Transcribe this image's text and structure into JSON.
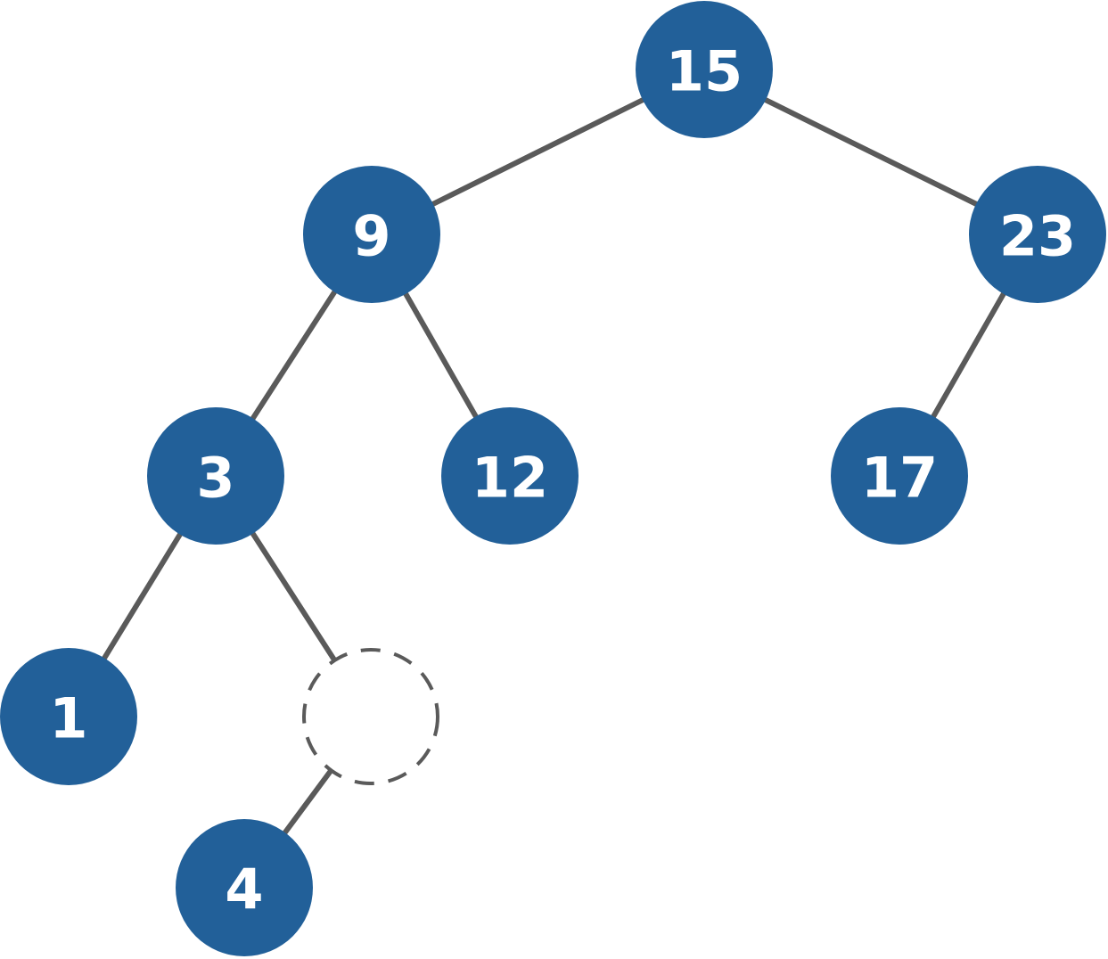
{
  "tree": {
    "colors": {
      "node_fill": "#226099",
      "node_text": "#ffffff",
      "edge": "#5a5a5a",
      "placeholder_stroke": "#5a5a5a"
    },
    "nodes": [
      {
        "id": "n15",
        "label": "15"
      },
      {
        "id": "n9",
        "label": "9"
      },
      {
        "id": "n23",
        "label": "23"
      },
      {
        "id": "n3",
        "label": "3"
      },
      {
        "id": "n12",
        "label": "12"
      },
      {
        "id": "n17",
        "label": "17"
      },
      {
        "id": "n1",
        "label": "1"
      },
      {
        "id": "empty",
        "label": "",
        "placeholder": true
      },
      {
        "id": "n4",
        "label": "4"
      }
    ],
    "edges": [
      {
        "from": "n15",
        "to": "n9"
      },
      {
        "from": "n15",
        "to": "n23"
      },
      {
        "from": "n9",
        "to": "n3"
      },
      {
        "from": "n9",
        "to": "n12"
      },
      {
        "from": "n23",
        "to": "n17"
      },
      {
        "from": "n3",
        "to": "n1"
      },
      {
        "from": "n3",
        "to": "empty"
      },
      {
        "from": "empty",
        "to": "n4"
      }
    ]
  }
}
